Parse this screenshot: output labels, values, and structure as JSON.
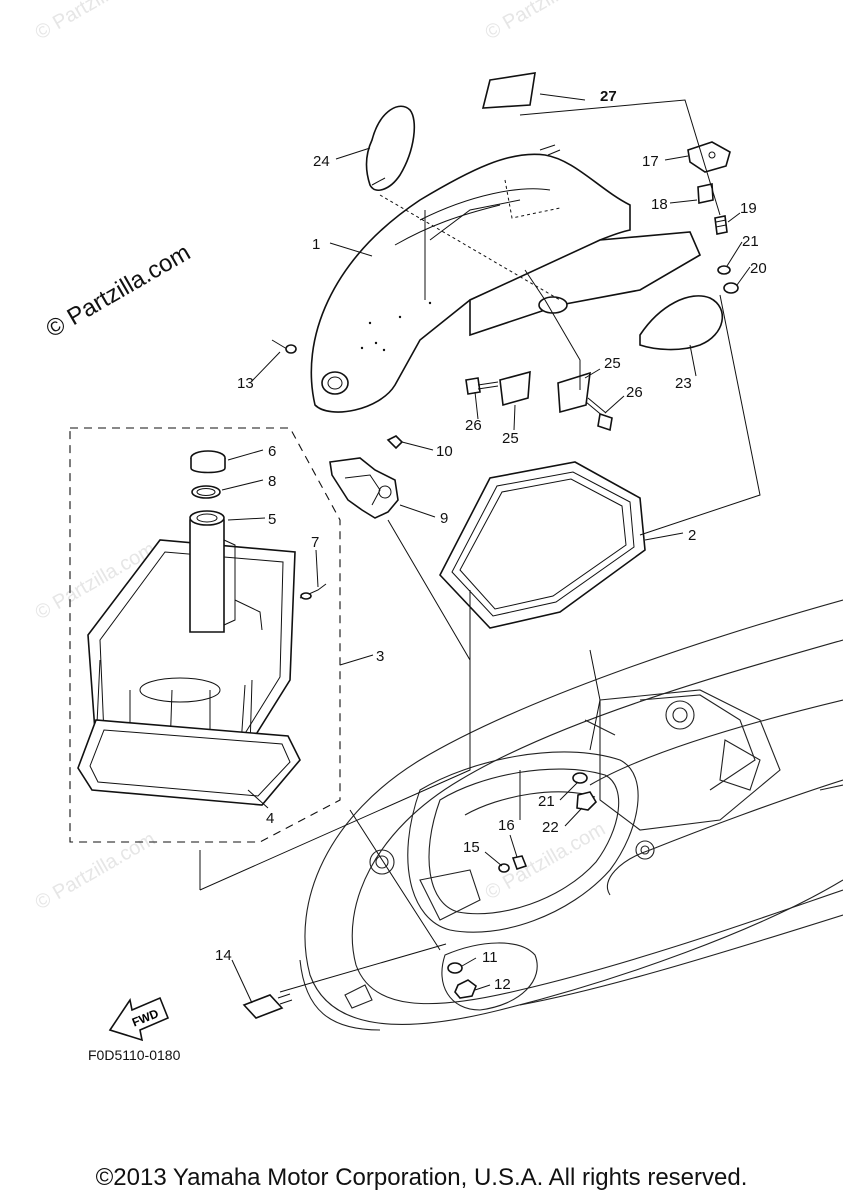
{
  "diagram": {
    "watermark": "© Partzilla.com",
    "figure_code": "F0D5110-0180",
    "fwd_label": "FWD",
    "copyright": "©2013 Yamaha Motor Corporation, U.S.A. All rights reserved.",
    "callouts": {
      "c1": "1",
      "c2": "2",
      "c3": "3",
      "c4": "4",
      "c5": "5",
      "c6": "6",
      "c7": "7",
      "c8": "8",
      "c9": "9",
      "c10": "10",
      "c11": "11",
      "c12": "12",
      "c13": "13",
      "c14": "14",
      "c15": "15",
      "c16": "16",
      "c17": "17",
      "c18": "18",
      "c19": "19",
      "c20": "20",
      "c21a": "21",
      "c21b": "21",
      "c22": "22",
      "c23": "23",
      "c24": "24",
      "c25a": "25",
      "c25b": "25",
      "c26a": "26",
      "c26b": "26",
      "c27": "27"
    }
  }
}
